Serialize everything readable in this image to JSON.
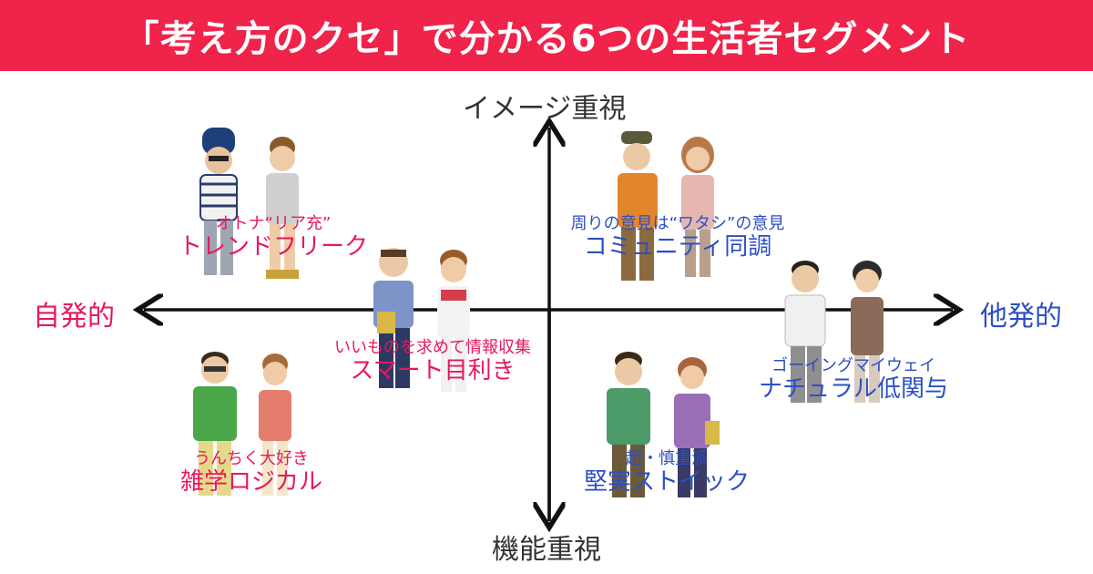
{
  "header": {
    "title": "「考え方のクセ」で分かる6つの生活者セグメント"
  },
  "axes": {
    "top": "イメージ重視",
    "bottom": "機能重視",
    "left": "自発的",
    "right": "他発的"
  },
  "segments": [
    {
      "sub": "オトナ“リア充”",
      "main": "トレンドフリーク"
    },
    {
      "sub": "周りの意見は“ワタシ”の意見",
      "main": "コミュニティ同調"
    },
    {
      "sub": "いいものを求めて情報収集",
      "main": "スマート目利き"
    },
    {
      "sub": "ゴーイングマイウェイ",
      "main": "ナチュラル低関与"
    },
    {
      "sub": "うんちく大好き",
      "main": "雑学ロジカル"
    },
    {
      "sub": "超・慎重派",
      "main": "堅実ストイック"
    }
  ],
  "colors": {
    "header_bg": "#f0234b",
    "pink": "#e8175d",
    "blue": "#2b4fc4",
    "axis": "#111111"
  }
}
